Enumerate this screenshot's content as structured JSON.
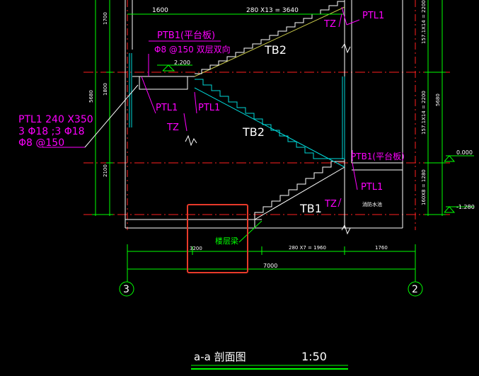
{
  "colors": {
    "background": "#000000",
    "wall": "#ffffff",
    "dimension": "#00ff00",
    "axis_line": "#ff0000",
    "stair_flight": "#00e5e5",
    "upper_flight": "#c8c84a",
    "label": "#ff00ff",
    "highlight": "#e83a2a",
    "callout": "#00ff00"
  },
  "drawing": {
    "title": "a-a 剖面图",
    "scale": "1:50"
  },
  "dims": {
    "d1600": "1600",
    "step_upper": "280 X13 = 3640",
    "d1700": "1700",
    "d1800": "1800",
    "d2100": "2100",
    "total_height": "5680",
    "right_height": "5680",
    "riser_upper": "157.1X14 = 2200",
    "riser_middle": "157.1X14 = 2200",
    "riser_lower": "160X8 = 1280",
    "bottom_left": "3200",
    "bottom_steps": "280 X7 = 1960",
    "bottom_right": "1760",
    "overall": "7000"
  },
  "levels": {
    "platform": "2.200",
    "ground": "0.000",
    "pit": "-1.280"
  },
  "labels": {
    "ptb1_top": "PTB1(平台板)",
    "ptb1_rebar": "Φ8 @150  双层双向",
    "tb2_upper": "TB2",
    "tb2_lower": "TB2",
    "tb1": "TB1",
    "ptl1_a": "PTL1",
    "ptl1_b": "PTL1",
    "ptl1_c": "PTL1",
    "ptl1_d": "PTL1",
    "tz_a": "TZ",
    "tz_b": "TZ",
    "tz_c": "TZ",
    "ptb1_right": "PTB1(平台板)",
    "pool": "消防水池",
    "ptl_spec_1": "PTL1  240 X350",
    "ptl_spec_2": "3 Φ18 ;3 Φ18",
    "ptl_spec_3": "Φ8 @150",
    "beam_callout": "楼层梁"
  },
  "axes": {
    "left": "3",
    "right": "2"
  }
}
